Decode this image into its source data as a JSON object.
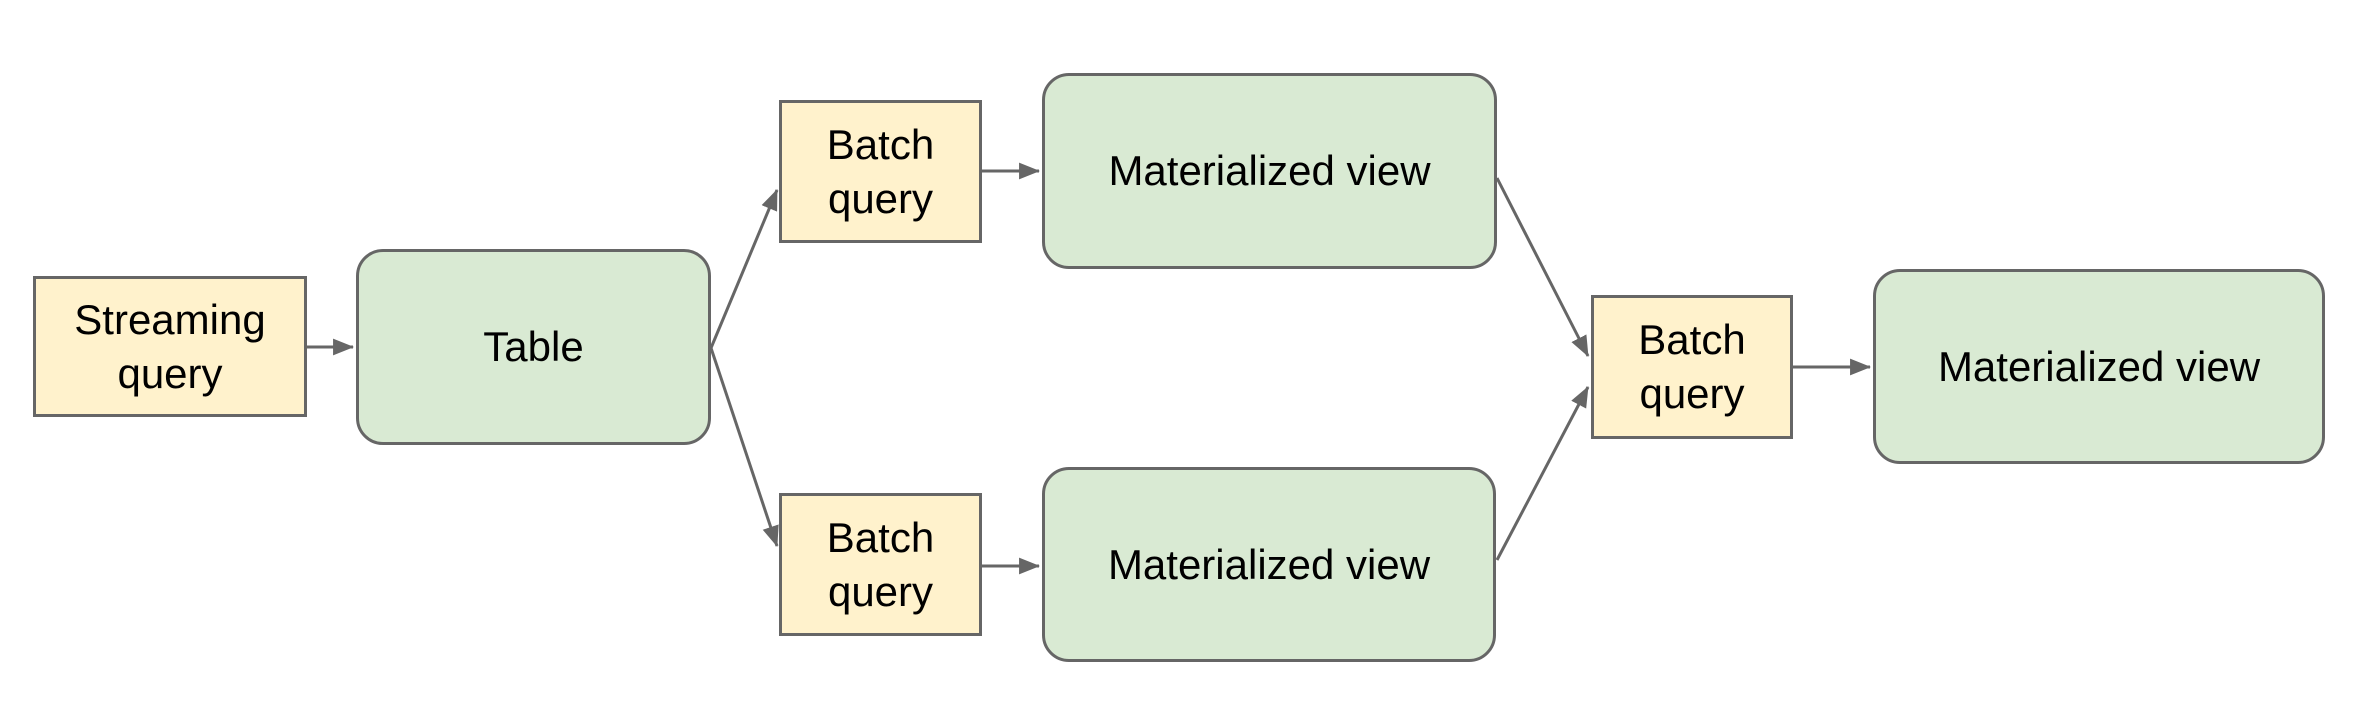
{
  "diagram": {
    "description": "Streaming to batch materialized view pipeline flowchart",
    "nodes": {
      "streaming_query": {
        "label": "Streaming query",
        "kind": "query"
      },
      "table": {
        "label": "Table",
        "kind": "table"
      },
      "batch_query_top": {
        "label": "Batch query",
        "kind": "query"
      },
      "materialized_view_top": {
        "label": "Materialized view",
        "kind": "view"
      },
      "batch_query_bottom": {
        "label": "Batch query",
        "kind": "query"
      },
      "materialized_view_bottom": {
        "label": "Materialized view",
        "kind": "view"
      },
      "batch_query_right": {
        "label": "Batch query",
        "kind": "query"
      },
      "materialized_view_right": {
        "label": "Materialized view",
        "kind": "view"
      }
    },
    "edges": [
      {
        "from": "streaming_query",
        "to": "table"
      },
      {
        "from": "table",
        "to": "batch_query_top"
      },
      {
        "from": "table",
        "to": "batch_query_bottom"
      },
      {
        "from": "batch_query_top",
        "to": "materialized_view_top"
      },
      {
        "from": "batch_query_bottom",
        "to": "materialized_view_bottom"
      },
      {
        "from": "materialized_view_top",
        "to": "batch_query_right"
      },
      {
        "from": "materialized_view_bottom",
        "to": "batch_query_right"
      },
      {
        "from": "batch_query_right",
        "to": "materialized_view_right"
      }
    ],
    "colors": {
      "query_fill": "#fff2cc",
      "view_fill": "#d9ead3",
      "stroke": "#666666",
      "text": "#000000",
      "canvas_background": "#ffffff"
    }
  }
}
